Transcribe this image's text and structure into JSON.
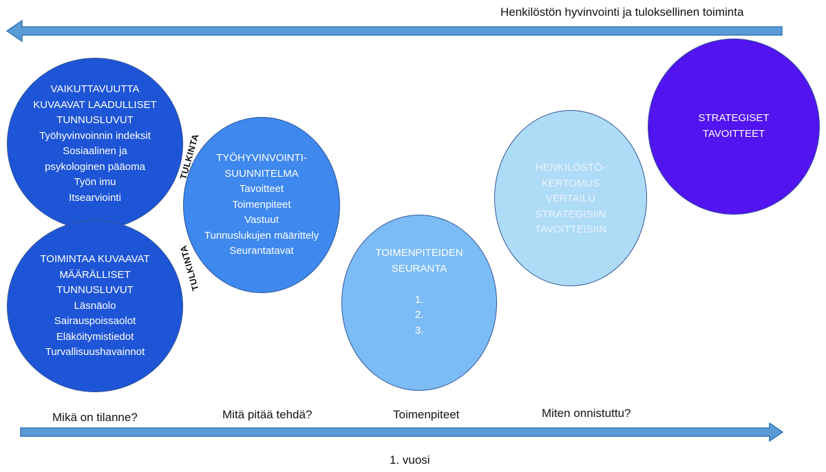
{
  "colors": {
    "arrow_fill": "#5b9bd5",
    "arrow_stroke": "#2e75b6",
    "circle_border": "#2f5597",
    "dark_blue": "#1e55d6",
    "mid_blue": "#3e88ee",
    "light_blue": "#7cbcf6",
    "pale_blue": "#aedbf6",
    "violet": "#5214ef"
  },
  "top_arrow": {
    "label": "Henkilöstön hyvinvointi ja tuloksellinen toiminta",
    "direction": "left"
  },
  "bottom_arrow": {
    "direction": "right"
  },
  "questions": {
    "q1": "Mikä on tilanne?",
    "q2": "Mitä pitää tehdä?",
    "q3": "Toimenpiteet",
    "q4": "Miten onnistuttu?"
  },
  "timeline_label": "1. vuosi",
  "circles": {
    "quality": [
      "VAIKUTTAVUUTTA",
      "KUVAAVAT LAADULLISET",
      "TUNNUSLUVUT",
      "Työhyvinvoinnin indeksit",
      "Sosiaalinen ja",
      "psykologinen pääoma",
      "Työn imu",
      "Itsearviointi"
    ],
    "quantity": [
      "TOIMINTAA KUVAAVAT",
      "MÄÄRÄLLISET",
      "TUNNUSLUVUT",
      "Läsnäolo",
      "Sairauspoissaolot",
      "Eläköitymistiedot",
      "Turvallisuushavainnot"
    ],
    "plan": [
      "TYÖHYVINVOINTI-",
      "SUUNNITELMA",
      "Tavoitteet",
      "Toimenpiteet",
      "Vastuut",
      "Tunnuslukujen määrittely",
      "Seurantatavat"
    ],
    "followup": [
      "TOIMENPITEIDEN",
      "SEURANTA",
      "",
      "1.",
      "2.",
      "3."
    ],
    "report": [
      "HENKILÖSTÖ-",
      "KERTOMUS",
      "VERTAILU",
      "STRATEGISIIN",
      "TAVOITTEISIIN"
    ],
    "strategy": [
      "STRATEGISET",
      "TAVOITTEET"
    ]
  },
  "interpretation_upper": "TULKINTA",
  "interpretation_lower": "TULKINTA"
}
